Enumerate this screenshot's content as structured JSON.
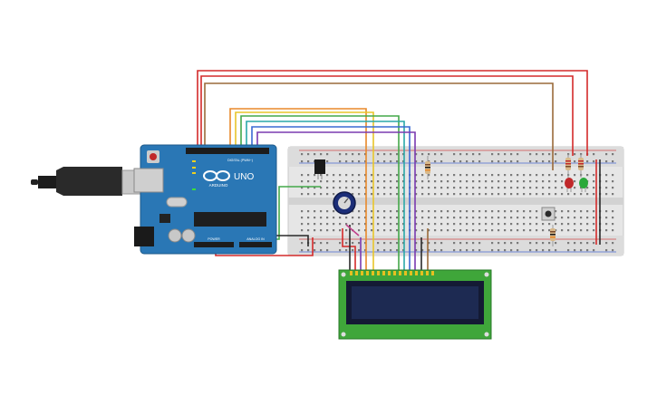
{
  "arduino": {
    "brand_label": "ARDUINO",
    "model_label": "UNO",
    "digital_label": "DIGITAL (PWM~)",
    "power_label": "POWER",
    "analog_label": "ANALOG IN"
  },
  "colors": {
    "board_blue": "#2a77b5",
    "breadboard": "#e8e8e8",
    "lcd_pcb": "#3fa63a",
    "lcd_screen": "#1d2a52",
    "wire_red": "#d42a2a",
    "wire_brown": "#9a6a3a",
    "wire_orange": "#e8892a",
    "wire_yellow": "#e8c52a",
    "wire_green": "#44a84a",
    "wire_teal": "#2aa8a8",
    "wire_blue": "#3a6ad4",
    "wire_purple": "#7a3ab0",
    "wire_black": "#2a2a2a",
    "led_red": "#c0282a",
    "led_green": "#2aa83a"
  },
  "components": [
    {
      "name": "arduino-uno",
      "icon": "microcontroller-board"
    },
    {
      "name": "usb-cable",
      "icon": "usb-plug-icon"
    },
    {
      "name": "breadboard",
      "icon": "breadboard"
    },
    {
      "name": "potentiometer",
      "icon": "knob-icon"
    },
    {
      "name": "lcd-16x2",
      "icon": "lcd-display"
    },
    {
      "name": "pushbutton",
      "icon": "button-icon"
    },
    {
      "name": "red-led",
      "icon": "led-icon"
    },
    {
      "name": "green-led",
      "icon": "led-icon"
    },
    {
      "name": "tilt-sensor",
      "icon": "sensor-icon"
    }
  ]
}
